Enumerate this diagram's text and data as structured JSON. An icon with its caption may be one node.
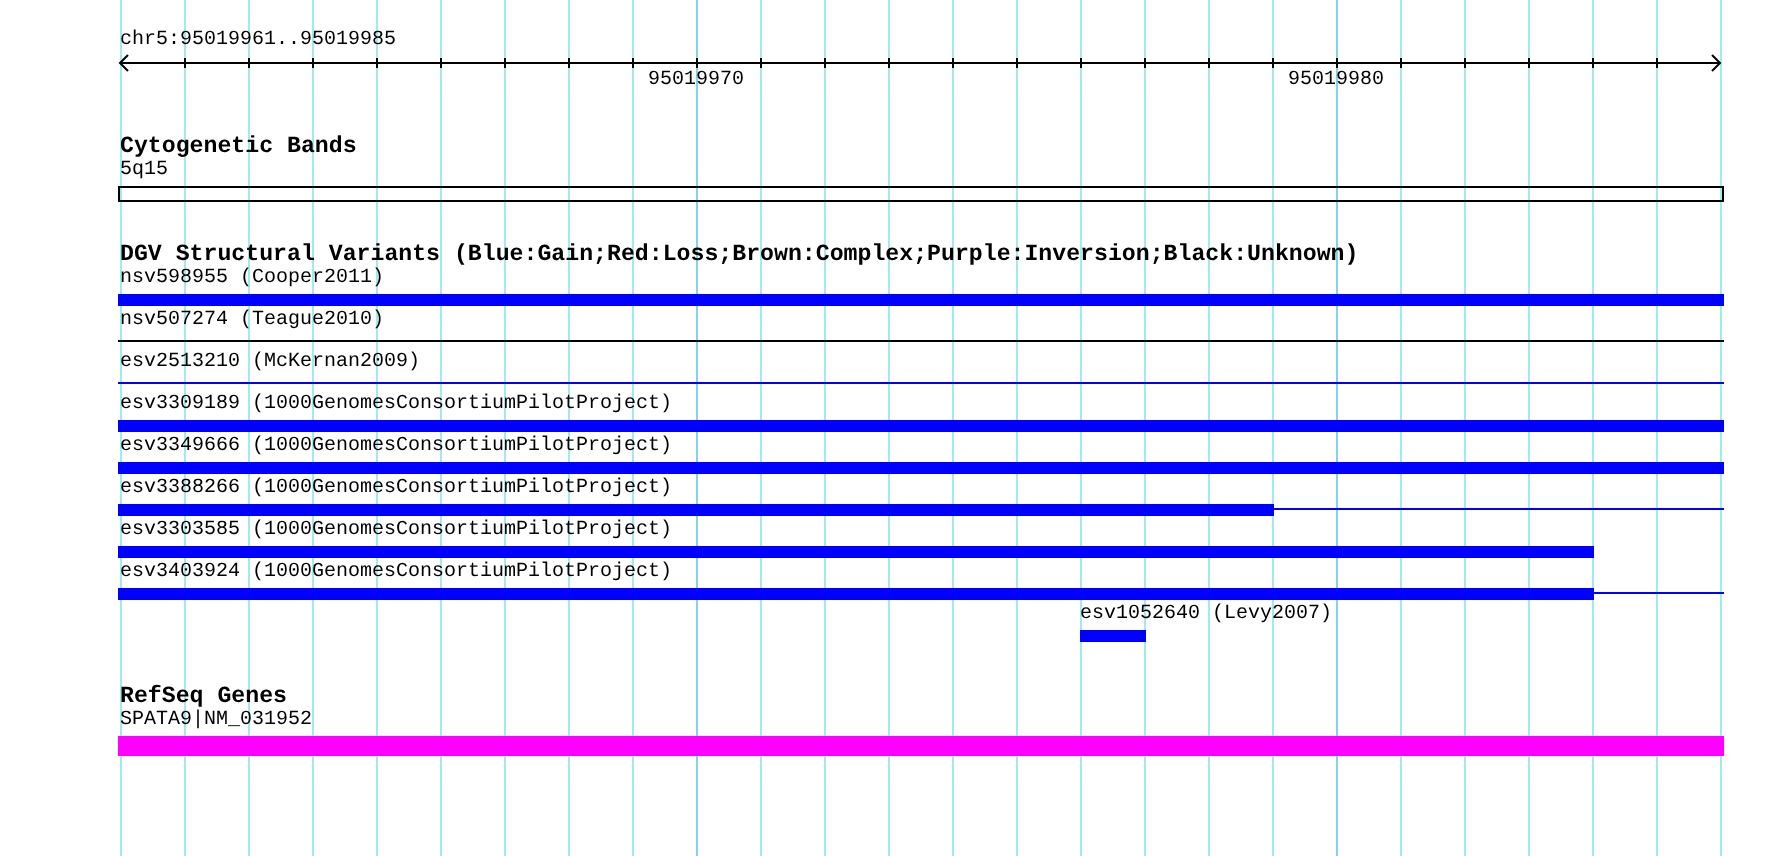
{
  "diagram": {
    "title": "chr5:95019961..95019985",
    "nodes": [
      {
        "text": [
          "5q15"
        ]
      },
      {
        "text": [
          "nsv598955 (Cooper2011)"
        ]
      },
      {
        "text": [
          "nsv507274 (Teague2010)"
        ]
      },
      {
        "text": [
          "esv2513210 (McKernan2009)"
        ]
      },
      {
        "text": [
          "esv3309189 (1000GenomesConsortiumPilotProject)"
        ]
      },
      {
        "text": [
          "esv3349666 (1000GenomesConsortiumPilotProject)"
        ]
      },
      {
        "text": [
          "esv3388266 (1000GenomesConsortiumPilotProject)"
        ]
      },
      {
        "text": [
          "esv3303585 (1000GenomesConsortiumPilotProject)"
        ]
      },
      {
        "text": [
          "esv3403924 (1000GenomesConsortiumPilotProject)"
        ]
      },
      {
        "text": [
          "esv1052640 (Levy2007)"
        ]
      },
      {
        "text": [
          "SPATA9|NM_031952"
        ]
      }
    ],
    "labels": [
      "95019970",
      "95019980",
      "Cytogenetic Bands",
      "DGV Structural Variants (Blue:Gain;Red:Loss;Brown:Complex;Purple:Inversion;Black:Unknown)",
      "RefSeq Genes"
    ]
  }
}
